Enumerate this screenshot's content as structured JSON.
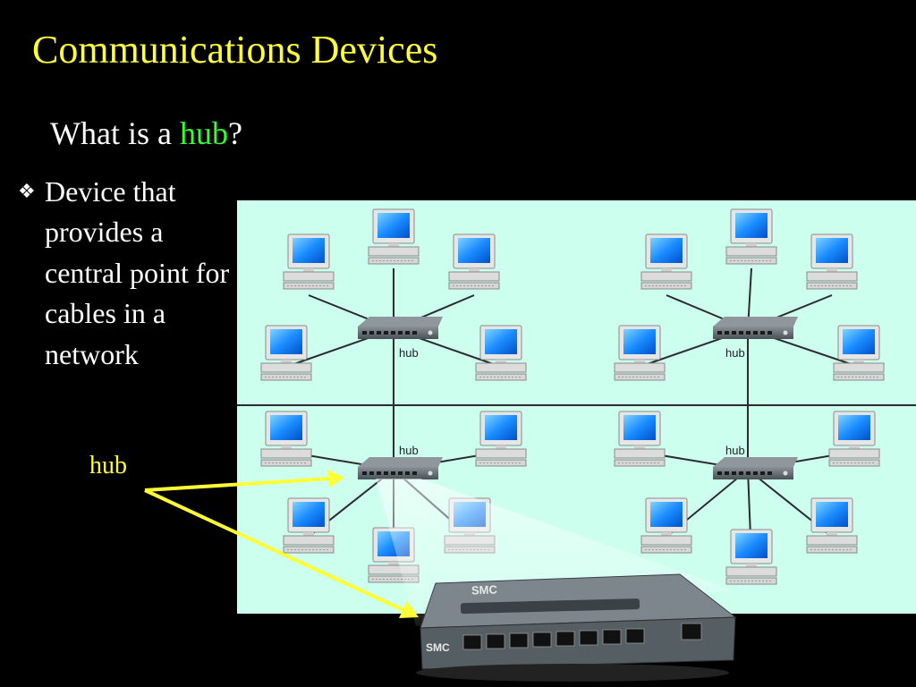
{
  "slide": {
    "title": "Communications Devices",
    "question_prefix": "What is a ",
    "question_keyword": "hub",
    "question_suffix": "?",
    "bullet_icon": "diamond-bullet-icon",
    "bullet_text": "Device that provides a central point for cables in a network",
    "callout_label": "hub"
  },
  "diagram": {
    "hub_label": "hub",
    "device_brand": "SMC",
    "colors": {
      "title": "#ffff33",
      "keyword": "#33ff33",
      "panel_bg": "#ccffee",
      "arrow": "#ffff33",
      "screen": "#1a8cff"
    }
  }
}
